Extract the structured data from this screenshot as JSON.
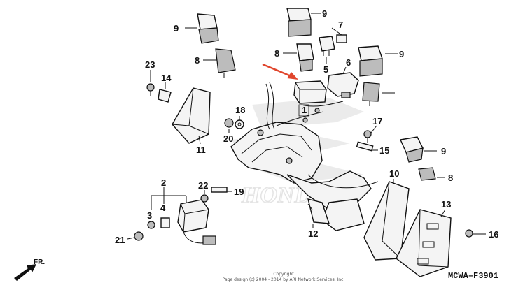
{
  "diagram": {
    "callouts": [
      "9",
      "7",
      "9",
      "8",
      "5",
      "6",
      "9",
      "23",
      "14",
      "8",
      "11",
      "18",
      "20",
      "17",
      "15",
      "9",
      "10",
      "8",
      "22",
      "19",
      "2",
      "3",
      "4",
      "21",
      "13",
      "16",
      "12",
      "1"
    ],
    "copyright_line1": "Copyright",
    "copyright_line2": "Page design (c) 2004 - 2014 by ARI Network Services, Inc.",
    "figure_code": "MCWA–F3901",
    "front_label": "FR.",
    "watermark_text": "HONDA",
    "colors": {
      "arrow_red": "#e0452c",
      "watermark": "#d8d8d8"
    }
  }
}
